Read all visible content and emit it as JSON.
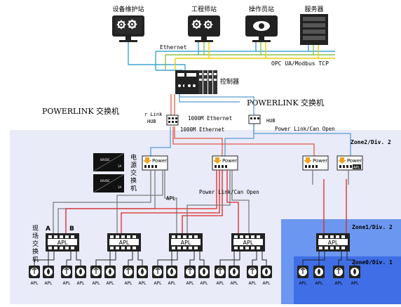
{
  "stations": {
    "maintenance": "设备维护站",
    "engineer": "工程师站",
    "operator": "操作员站",
    "server": "服务器"
  },
  "network": {
    "ethernet": "Ethernet",
    "opc": "OPC UA/Modbus TCP",
    "controller": "控制器",
    "powerlink_switch_left": "POWERLINK 交换机",
    "powerlink_switch_right": "POWERLINK 交换机",
    "er_link": "r Link",
    "hub_left": "HUB",
    "hub_right": "HUB",
    "gigabit_1": "1000M Ethernet",
    "gigabit_2": "1000M Ethernet",
    "powerlink_can_top": "Power Link/Can Open",
    "powerlink_can_mid": "Power Link/Can Open",
    "apl": "APL"
  },
  "zones": {
    "zone2": "Zone2/Div. 2",
    "zone1": "Zone1/Div. 2",
    "zone0": "Zone0/Div. 1"
  },
  "power_supply": {
    "label": "电源交换机",
    "unit_text": "60VDC",
    "unit_sub": "1A"
  },
  "field_switch": {
    "label": "现场交换机",
    "port_a": "A",
    "port_b": "B"
  },
  "power_module_label": "Power",
  "switch_body_label": "APL",
  "device_label": "APL"
}
